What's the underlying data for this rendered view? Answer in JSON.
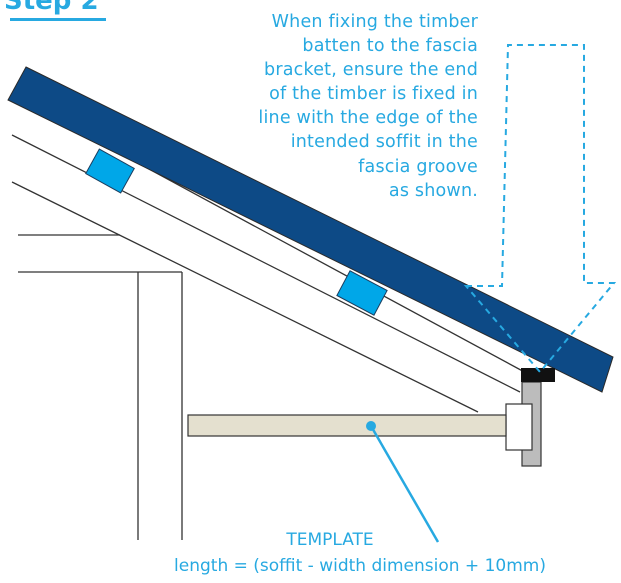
{
  "heading": {
    "step": "Step 2"
  },
  "instruction": {
    "lines": [
      "When fixing the timber",
      "batten to the fascia",
      "bracket, ensure the end",
      "of the timber is fixed in",
      "line with the edge of the",
      "intended soffit in the",
      "fascia groove",
      "as shown."
    ]
  },
  "template": {
    "label": "TEMPLATE",
    "formula": "length = (soffit - width dimension + 10mm)"
  },
  "colors": {
    "accent": "#27a9e1",
    "fascia_board": "#0d4a86",
    "timber_block": "#00a7e8",
    "template_board": "#e4e0cf",
    "bracket": "#bcbcbc",
    "line": "#333333"
  }
}
